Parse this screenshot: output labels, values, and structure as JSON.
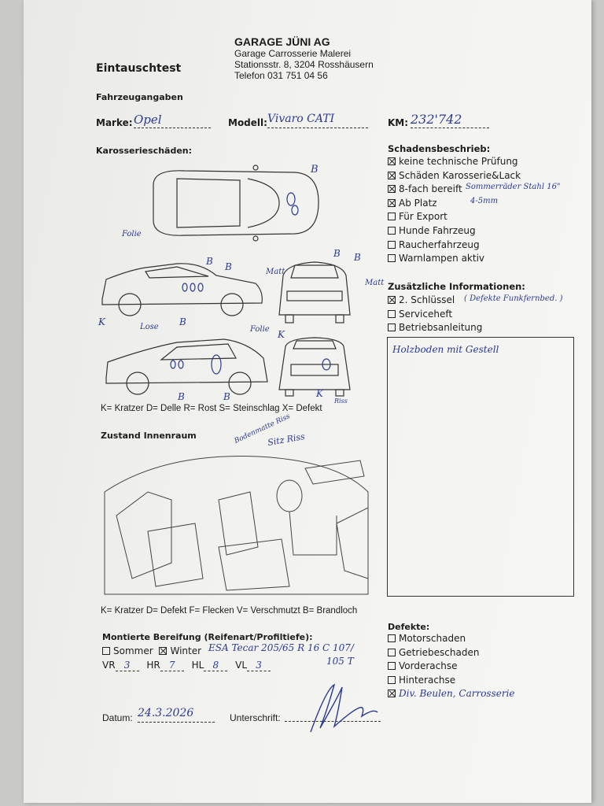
{
  "company": {
    "name": "GARAGE JÜNI AG",
    "line1": "Garage Carrosserie Malerei",
    "address": "Stationsstr. 8, 3204 Rosshäusern",
    "phone": "Telefon 031 751 04 56"
  },
  "title": "Eintauschtest",
  "vehicle": {
    "heading": "Fahrzeugangaben",
    "marke_label": "Marke:",
    "marke": "Opel",
    "modell_label": "Modell:",
    "modell": "Vivaro CATI",
    "km_label": "KM:",
    "km": "232'742"
  },
  "body_damage": {
    "heading": "Karosserieschäden:",
    "legend": "K= Kratzer D= Delle R= Rost S= Steinschlag X= Defekt",
    "annotations": [
      "B",
      "Folie",
      "B",
      "B",
      "Matt",
      "B",
      "B",
      "Matt",
      "K",
      "Lose",
      "B",
      "Folie",
      "K",
      "B",
      "B",
      "K",
      "Riss"
    ]
  },
  "damage_description": {
    "heading": "Schadensbeschrieb:",
    "items": [
      {
        "label": "keine technische Prüfung",
        "checked": true
      },
      {
        "label": "Schäden Karosserie&Lack",
        "checked": true
      },
      {
        "label": "8-fach bereift",
        "checked": true,
        "note": "Sommerräder Stahl 16\"",
        "note2": "4-5mm"
      },
      {
        "label": "Ab Platz",
        "checked": true
      },
      {
        "label": "Für Export",
        "checked": false
      },
      {
        "label": "Hunde Fahrzeug",
        "checked": false
      },
      {
        "label": "Raucherfahrzeug",
        "checked": false
      },
      {
        "label": "Warnlampen aktiv",
        "checked": false
      }
    ]
  },
  "additional": {
    "heading": "Zusätzliche Informationen:",
    "items": [
      {
        "label": "2. Schlüssel",
        "checked": true,
        "note": "( Defekte Funkfernbed. )"
      },
      {
        "label": "Serviceheft",
        "checked": false
      },
      {
        "label": "Betriebsanleitung",
        "checked": false
      }
    ],
    "notes": "Holzboden mit Gestell"
  },
  "interior": {
    "heading": "Zustand Innenraum",
    "annotations": [
      "Bodenmatte Riss",
      "Sitz Riss"
    ],
    "legend": "K= Kratzer D= Defekt F= Flecken V= Verschmutzt B= Brandloch"
  },
  "tires": {
    "heading": "Montierte Bereifung (Reifenart/Profiltiefe):",
    "sommer": "Sommer",
    "winter": "Winter",
    "sommer_checked": false,
    "winter_checked": true,
    "spec": "ESA Tecar 205/65 R 16 C 107/",
    "spec2": "105 T",
    "vr_label": "VR",
    "vr": "3",
    "hr_label": "HR",
    "hr": "7",
    "hl_label": "HL",
    "hl": "8",
    "vl_label": "VL",
    "vl": "3"
  },
  "defects": {
    "heading": "Defekte:",
    "items": [
      {
        "label": "Motorschaden",
        "checked": false
      },
      {
        "label": "Getriebeschaden",
        "checked": false
      },
      {
        "label": "Vorderachse",
        "checked": false
      },
      {
        "label": "Hinterachse",
        "checked": false
      },
      {
        "label": "Div. Beulen, Carrosserie",
        "checked": true
      }
    ]
  },
  "footer": {
    "datum_label": "Datum:",
    "datum": "24.3.2026",
    "signature_label": "Unterschrift:"
  }
}
